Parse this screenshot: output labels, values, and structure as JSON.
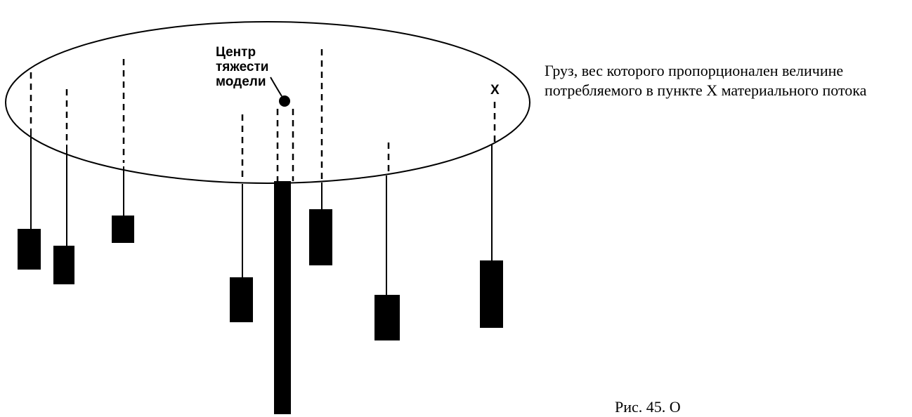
{
  "diagram": {
    "center_label_lines": [
      "Центр",
      "тяжести",
      "модели"
    ],
    "point_label": "X"
  },
  "caption": "Груз, вес которого пропорционален величине потребляемого в пункте X материального потока",
  "figure_caption": "Рис. 45. О"
}
